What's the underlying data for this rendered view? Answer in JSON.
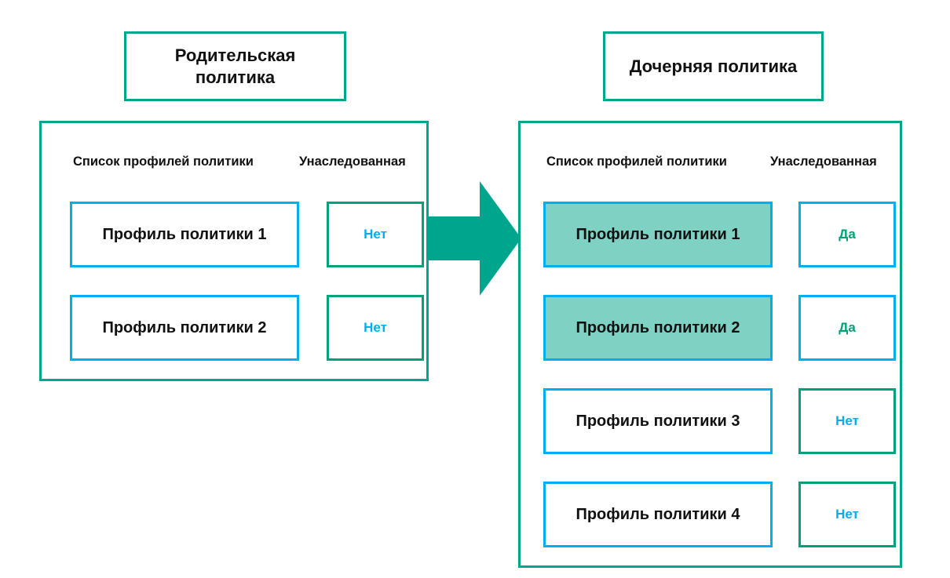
{
  "diagram": {
    "parent": {
      "title": "Родительская политика",
      "headers": {
        "profiles": "Список профилей политики",
        "inherited": "Унаследованная"
      },
      "rows": [
        {
          "profile": "Профиль политики 1",
          "inherited": "Нет",
          "highlighted": false
        },
        {
          "profile": "Профиль политики 2",
          "inherited": "Нет",
          "highlighted": false
        }
      ]
    },
    "child": {
      "title": "Дочерняя политика",
      "headers": {
        "profiles": "Список профилей политики",
        "inherited": "Унаследованная"
      },
      "rows": [
        {
          "profile": "Профиль политики 1",
          "inherited": "Да",
          "highlighted": true
        },
        {
          "profile": "Профиль политики 2",
          "inherited": "Да",
          "highlighted": true
        },
        {
          "profile": "Профиль политики 3",
          "inherited": "Нет",
          "highlighted": false
        },
        {
          "profile": "Профиль политики 4",
          "inherited": "Нет",
          "highlighted": false
        }
      ]
    },
    "arrow": {
      "icon": "arrow-right-icon",
      "direction": "right"
    },
    "colors": {
      "teal_border": "#00a58e",
      "green_border": "#00a079",
      "blue_border": "#00aeef",
      "highlight_fill": "#7fd1c4",
      "arrow_fill": "#00a58e",
      "text": "#111111",
      "background": "#ffffff"
    }
  }
}
